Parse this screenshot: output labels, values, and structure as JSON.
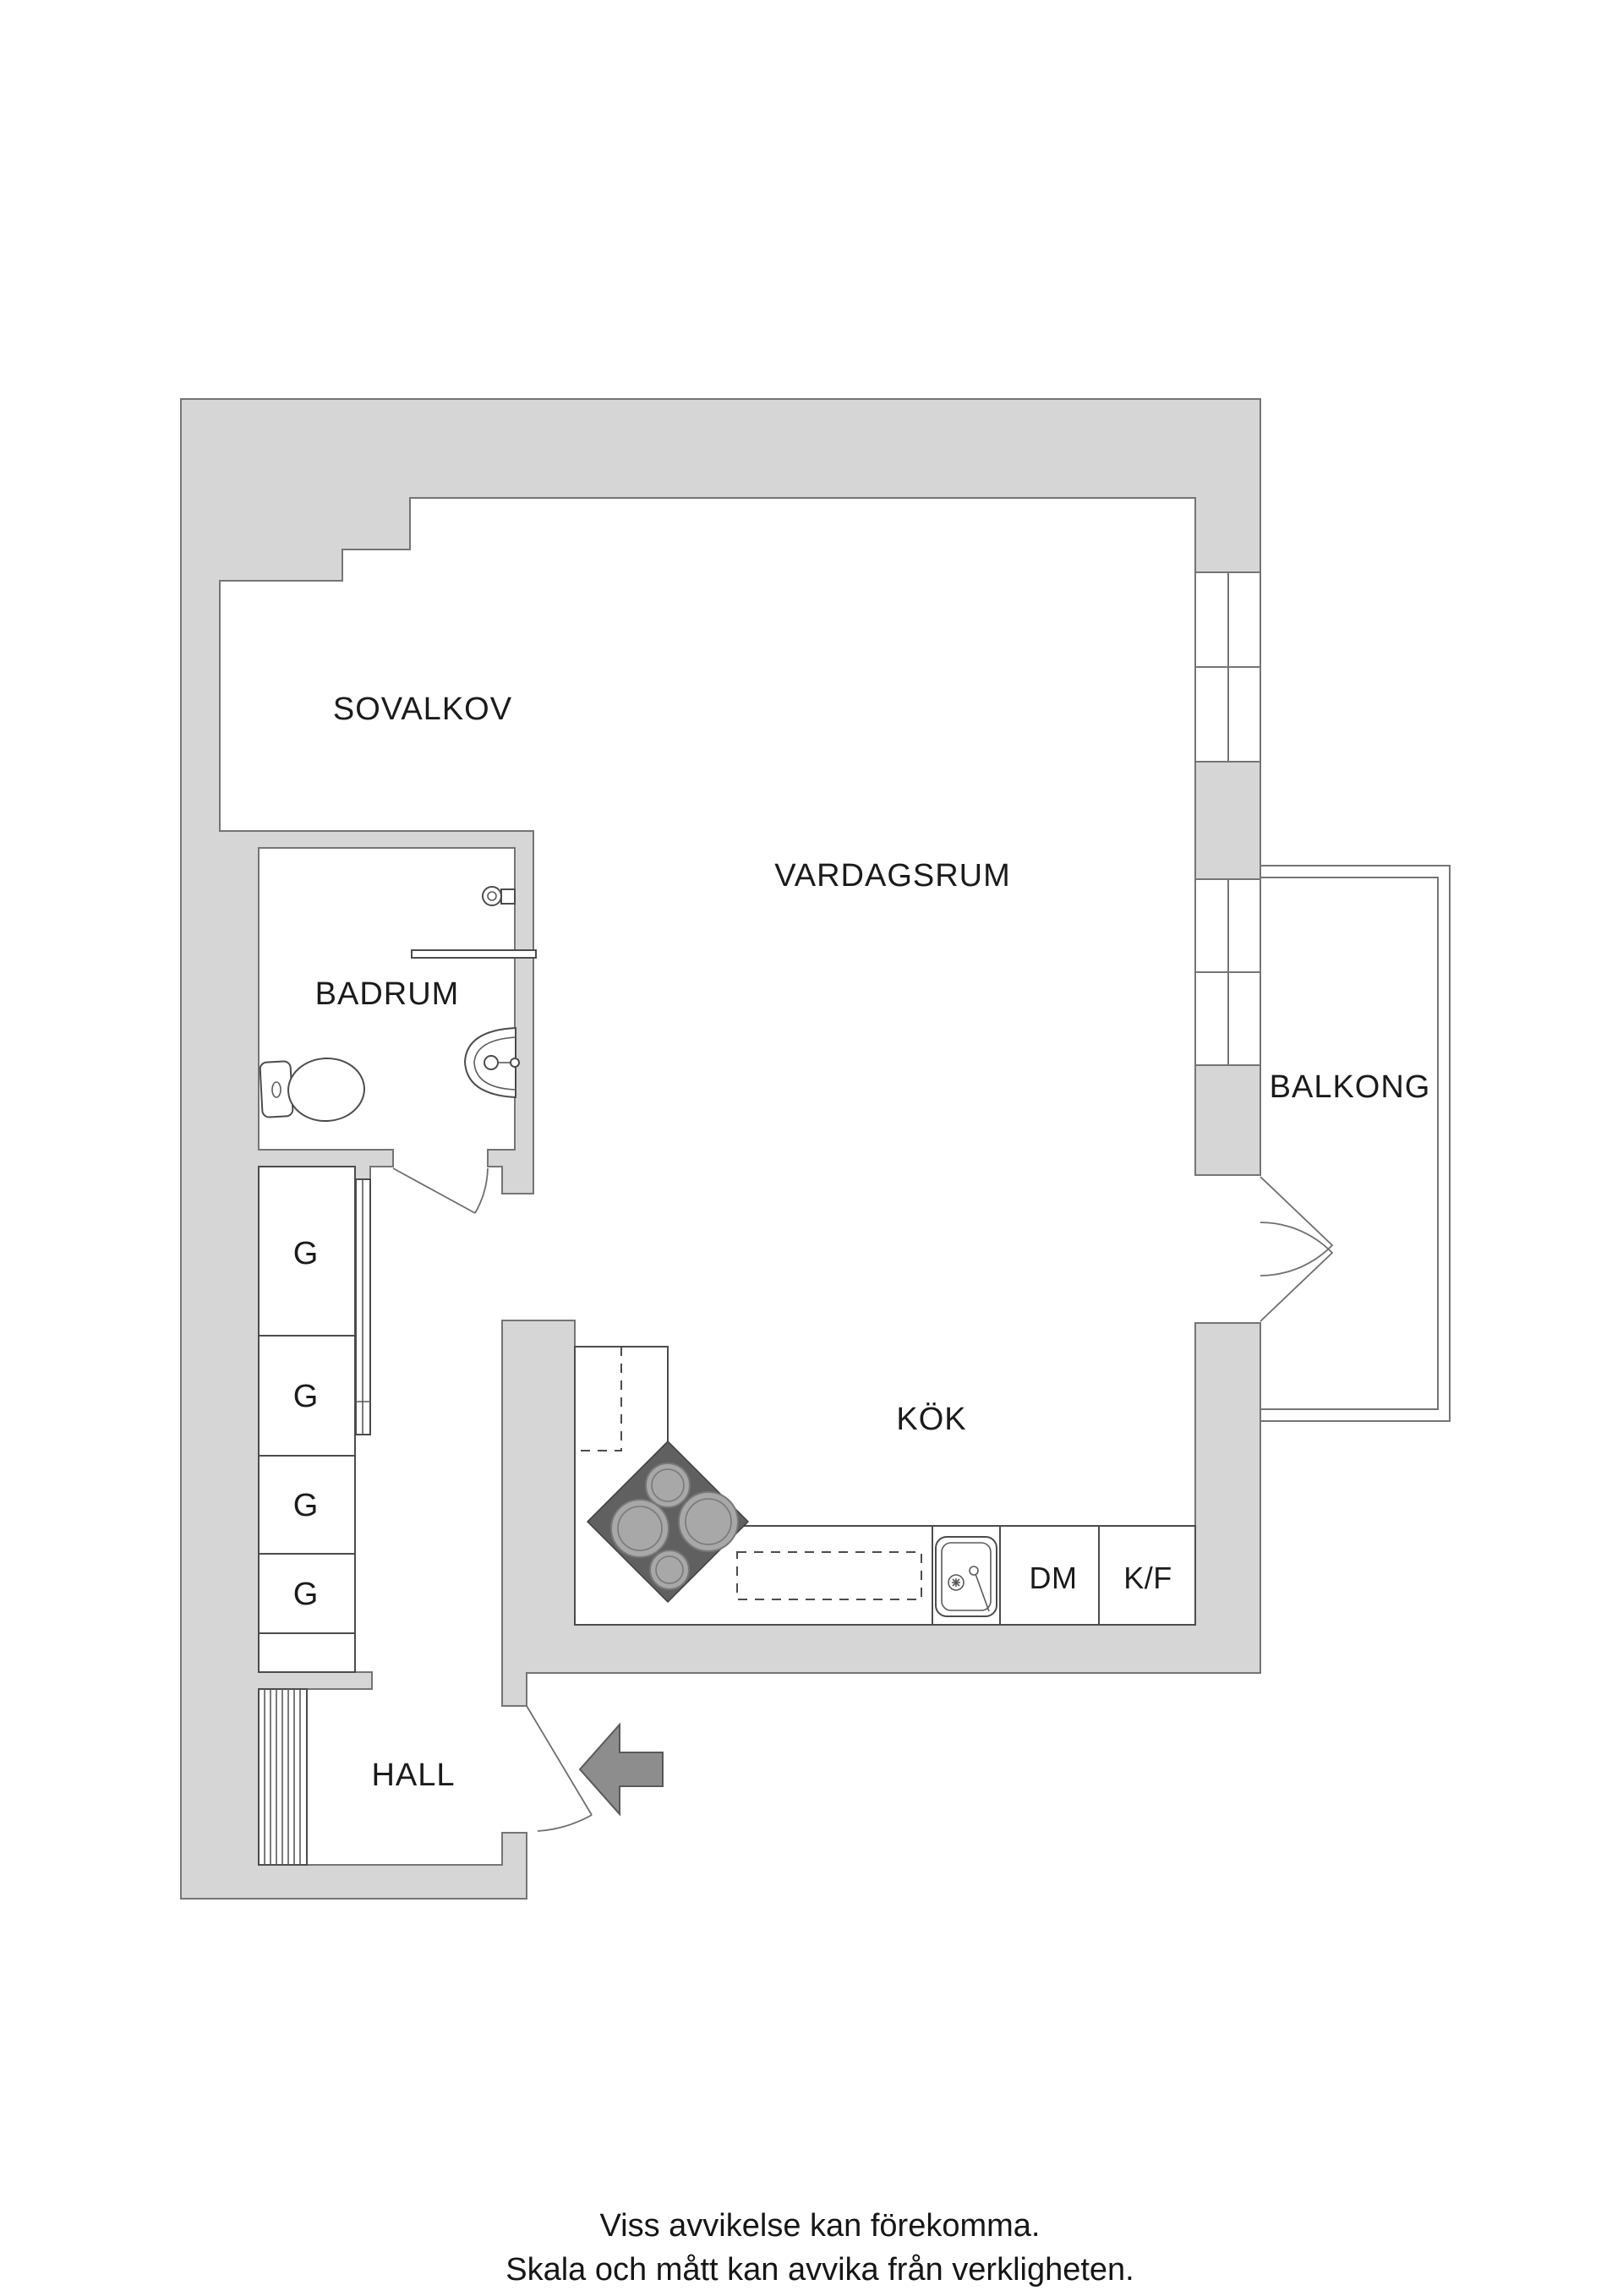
{
  "floorplan": {
    "rooms": {
      "sovalkov": "SOVALKOV",
      "vardagsrum": "VARDAGSRUM",
      "badrum": "BADRUM",
      "balkong": "BALKONG",
      "kok": "KÖK",
      "hall": "HALL"
    },
    "units": {
      "wardrobe": "G",
      "wardrobe_count": 4,
      "dishwasher": "DM",
      "fridge_freezer": "K/F"
    },
    "icons": [
      "toilet-icon",
      "bathroom-sink-icon",
      "shower-head-icon",
      "shower-screen-icon",
      "stove-icon",
      "kitchen-sink-icon",
      "radiator-icon",
      "entry-arrow-icon",
      "window-icon",
      "door-swing-icon",
      "balcony-railing-icon",
      "wardrobe-sliding-door-icon"
    ],
    "colors": {
      "wall_fill": "#d6d6d6",
      "wall_outline": "#757575",
      "fixture_outline": "#4c4c4c",
      "stove_fill": "#606060",
      "burner_fill": "#a8a8a8",
      "arrow_fill": "#8d8d8d",
      "text": "#1b1b1b",
      "background": "#ffffff"
    },
    "disclaimer": [
      "Viss avvikelse kan förekomma.",
      "Skala och mått kan avvika från verkligheten."
    ]
  }
}
